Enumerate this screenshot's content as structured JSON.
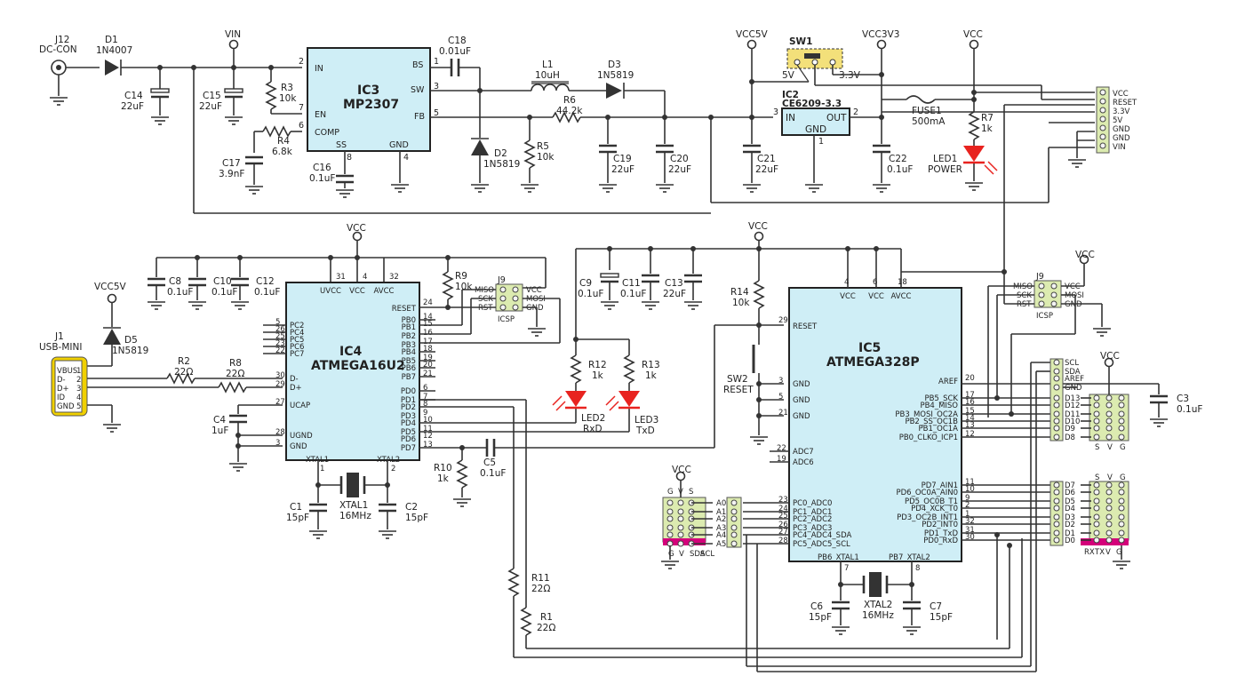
{
  "diagram": {
    "power_section": {
      "jack": {
        "ref": "J12",
        "name": "DC-CON"
      },
      "d1": {
        "ref": "D1",
        "value": "1N4007"
      },
      "c14": {
        "ref": "C14",
        "value": "22uF"
      },
      "c15": {
        "ref": "C15",
        "value": "22uF"
      },
      "r3": {
        "ref": "R3",
        "value": "10k"
      },
      "r4": {
        "ref": "R4",
        "value": "6.8k"
      },
      "c17": {
        "ref": "C17",
        "value": "3.9nF"
      },
      "c16": {
        "ref": "C16",
        "value": "0.1uF"
      },
      "vin_label": "VIN",
      "ic3": {
        "ref": "IC3",
        "name": "MP2307",
        "pins": [
          "IN",
          "EN",
          "COMP",
          "SS",
          "GND",
          "BS",
          "SW",
          "FB"
        ],
        "pin_numbers": [
          "2",
          "7",
          "6",
          "8",
          "4",
          "1",
          "3",
          "5"
        ]
      },
      "c18": {
        "ref": "C18",
        "value": "0.01uF"
      },
      "l1": {
        "ref": "L1",
        "value": "10uH"
      },
      "d3": {
        "ref": "D3",
        "value": "1N5819"
      },
      "d2": {
        "ref": "D2",
        "value": "1N5819"
      },
      "r5": {
        "ref": "R5",
        "value": "10k"
      },
      "r6": {
        "ref": "R6",
        "value": "44.2k"
      },
      "c19": {
        "ref": "C19",
        "value": "22uF"
      },
      "c20": {
        "ref": "C20",
        "value": "22uF"
      },
      "vcc5v_label": "VCC5V",
      "c21": {
        "ref": "C21",
        "value": "22uF"
      },
      "sw1": {
        "ref": "SW1",
        "left": "5V",
        "right": "3.3V"
      },
      "ic2": {
        "ref": "IC2",
        "name": "CE6209-3.3",
        "pins": [
          "IN",
          "OUT",
          "GND"
        ],
        "pin_numbers": [
          "3",
          "2",
          "1"
        ]
      },
      "vcc3v3_label": "VCC3V3",
      "c22": {
        "ref": "C22",
        "value": "0.1uF"
      },
      "fuse": {
        "ref": "FUSE1",
        "value": "500mA"
      },
      "vcc_label": "VCC",
      "r7": {
        "ref": "R7",
        "value": "1k"
      },
      "led1": {
        "ref": "LED1",
        "value": "POWER"
      },
      "power_header": [
        "VCC",
        "RESET",
        "3.3V",
        "5V",
        "GND",
        "GND",
        "VIN"
      ]
    },
    "usb_section": {
      "vcc5v_label": "VCC5V",
      "d5": {
        "ref": "D5",
        "value": "1N5819"
      },
      "j1": {
        "ref": "J1",
        "name": "USB-MINI",
        "pins": [
          "VBUS",
          "D-",
          "D+",
          "ID",
          "GND"
        ],
        "pin_numbers": [
          "1",
          "2",
          "3",
          "4",
          "5"
        ]
      },
      "r2": {
        "ref": "R2",
        "value": "22Ω"
      },
      "r8": {
        "ref": "R8",
        "value": "22Ω"
      },
      "c4": {
        "ref": "C4",
        "value": "1uF"
      },
      "c8": {
        "ref": "C8",
        "value": "0.1uF"
      },
      "c10": {
        "ref": "C10",
        "value": "0.1uF"
      },
      "c12": {
        "ref": "C12",
        "value": "0.1uF"
      },
      "vcc_label": "VCC",
      "r9": {
        "ref": "R9",
        "value": "10k"
      },
      "ic4": {
        "ref": "IC4",
        "name": "ATMEGA16U2",
        "left_pins": [
          "PC2",
          "PC4",
          "PC5",
          "PC6",
          "PC7",
          "D-",
          "D+",
          "UCAP",
          "UGND",
          "GND"
        ],
        "left_numbers": [
          "5",
          "26",
          "25",
          "23",
          "22",
          "30",
          "29",
          "27",
          "28",
          "3"
        ],
        "right_pins": [
          "PB0",
          "PB1",
          "PB2",
          "PB3",
          "PB4",
          "PB5",
          "PB6",
          "PB7",
          "PD0",
          "PD1",
          "PD2",
          "PD3",
          "PD4",
          "PD5",
          "PD6",
          "PD7"
        ],
        "right_numbers": [
          "14",
          "15",
          "16",
          "17",
          "18",
          "19",
          "20",
          "21",
          "6",
          "7",
          "8",
          "9",
          "10",
          "11",
          "12",
          "13"
        ],
        "top_pins": [
          "UVCC",
          "VCC",
          "AVCC"
        ],
        "top_numbers": [
          "31",
          "4",
          "32"
        ],
        "bottom_pins": [
          "XTAL1",
          "XTAL2"
        ],
        "bottom_numbers": [
          "1",
          "2"
        ],
        "reset": "RESET",
        "reset_number": "24"
      },
      "icsp1": {
        "ref": "J9",
        "name": "ICSP",
        "pins": [
          "MISO",
          "SCK",
          "RST",
          "VCC",
          "MOSI",
          "GND"
        ]
      },
      "c1": {
        "ref": "C1",
        "value": "15pF"
      },
      "c2": {
        "ref": "C2",
        "value": "15pF"
      },
      "xtal1": {
        "ref": "XTAL1",
        "value": "16MHz"
      },
      "r10": {
        "ref": "R10",
        "value": "1k"
      },
      "c5": {
        "ref": "C5",
        "value": "0.1uF"
      },
      "r11": {
        "ref": "R11",
        "value": "22Ω"
      },
      "r1": {
        "ref": "R1",
        "value": "22Ω"
      }
    },
    "mcu_section": {
      "c9": {
        "ref": "C9",
        "value": "0.1uF"
      },
      "c11": {
        "ref": "C11",
        "value": "0.1uF"
      },
      "c13": {
        "ref": "C13",
        "value": "22uF"
      },
      "vcc_label": "VCC",
      "r14": {
        "ref": "R14",
        "value": "10k"
      },
      "r12": {
        "ref": "R12",
        "value": "1k"
      },
      "r13": {
        "ref": "R13",
        "value": "1k"
      },
      "led2": {
        "ref": "LED2",
        "value": "RxD"
      },
      "led3": {
        "ref": "LED3",
        "value": "TxD"
      },
      "sw2": {
        "ref": "SW2",
        "value": "RESET"
      },
      "ic5": {
        "ref": "IC5",
        "name": "ATMEGA328P",
        "top_pins": [
          "VCC",
          "VCC",
          "AVCC"
        ],
        "top_numbers": [
          "4",
          "6",
          "18"
        ],
        "reset": "RESET",
        "reset_number": "29",
        "gnd_pins": [
          "GND",
          "GND",
          "GND"
        ],
        "gnd_numbers": [
          "3",
          "5",
          "21"
        ],
        "adc_pins": [
          "ADC7",
          "ADC6"
        ],
        "adc_numbers": [
          "22",
          "19"
        ],
        "pc_pins": [
          "PC0_ADC0",
          "PC1_ADC1",
          "PC2_ADC2",
          "PC3_ADC3",
          "PC4_ADC4_SDA",
          "PC5_ADC5_SCL"
        ],
        "pc_numbers": [
          "23",
          "24",
          "25",
          "26",
          "27",
          "28"
        ],
        "aref": "AREF",
        "aref_number": "20",
        "pb_pins": [
          "PB5_SCK",
          "PB4_MISO",
          "PB3_MOSI_OC2A",
          "PB2_SS_OC1B",
          "PB1_OC1A",
          "PB0_CLKO_ICP1"
        ],
        "pb_numbers": [
          "17",
          "16",
          "15",
          "14",
          "13",
          "12"
        ],
        "pd_pins": [
          "PD7_AIN1",
          "PD6_OC0A_AIN0",
          "PD5_OC0B_T1",
          "PD4_XCK_T0",
          "PD3_OC2B_INT1",
          "PD2_INT0",
          "PD1_TxD",
          "PD0_RxD"
        ],
        "pd_numbers": [
          "11",
          "10",
          "9",
          "2",
          "1",
          "32",
          "31",
          "30"
        ],
        "bottom_pins": [
          "PB6_XTAL1",
          "PB7_XTAL2"
        ],
        "bottom_numbers": [
          "7",
          "8"
        ]
      },
      "icsp2": {
        "ref": "J9",
        "name": "ICSP",
        "pins": [
          "MISO",
          "SCK",
          "RST",
          "VCC",
          "MOSI",
          "GND"
        ]
      },
      "c3": {
        "ref": "C3",
        "value": "0.1uF"
      },
      "c6": {
        "ref": "C6",
        "value": "15pF"
      },
      "c7": {
        "ref": "C7",
        "value": "15pF"
      },
      "xtal2": {
        "ref": "XTAL2",
        "value": "16MHz"
      },
      "analog_header": [
        "A0",
        "A1",
        "A2",
        "A3",
        "A4",
        "A5"
      ],
      "analog_svg": [
        "G",
        "V",
        "S"
      ],
      "analog_bottom": [
        "G",
        "V",
        "SDA",
        "SCL"
      ],
      "digital_high": [
        "SCL",
        "SDA",
        "AREF",
        "GND",
        "D13",
        "D12",
        "D11",
        "D10",
        "D9",
        "D8"
      ],
      "digital_low": [
        "D7",
        "D6",
        "D5",
        "D4",
        "D3",
        "D2",
        "D1",
        "D0"
      ],
      "svg_label": [
        "S",
        "V",
        "G"
      ],
      "digital_bottom": [
        "RX",
        "TX",
        "V",
        "G"
      ]
    }
  },
  "colors": {
    "chip_fill": "#cfeef6",
    "header_fill": "#dcebb0",
    "led_red": "#e8231f",
    "magenta": "#d4007a",
    "usb_yellow": "#f0d000",
    "switch_yellow": "#f3e07a"
  }
}
